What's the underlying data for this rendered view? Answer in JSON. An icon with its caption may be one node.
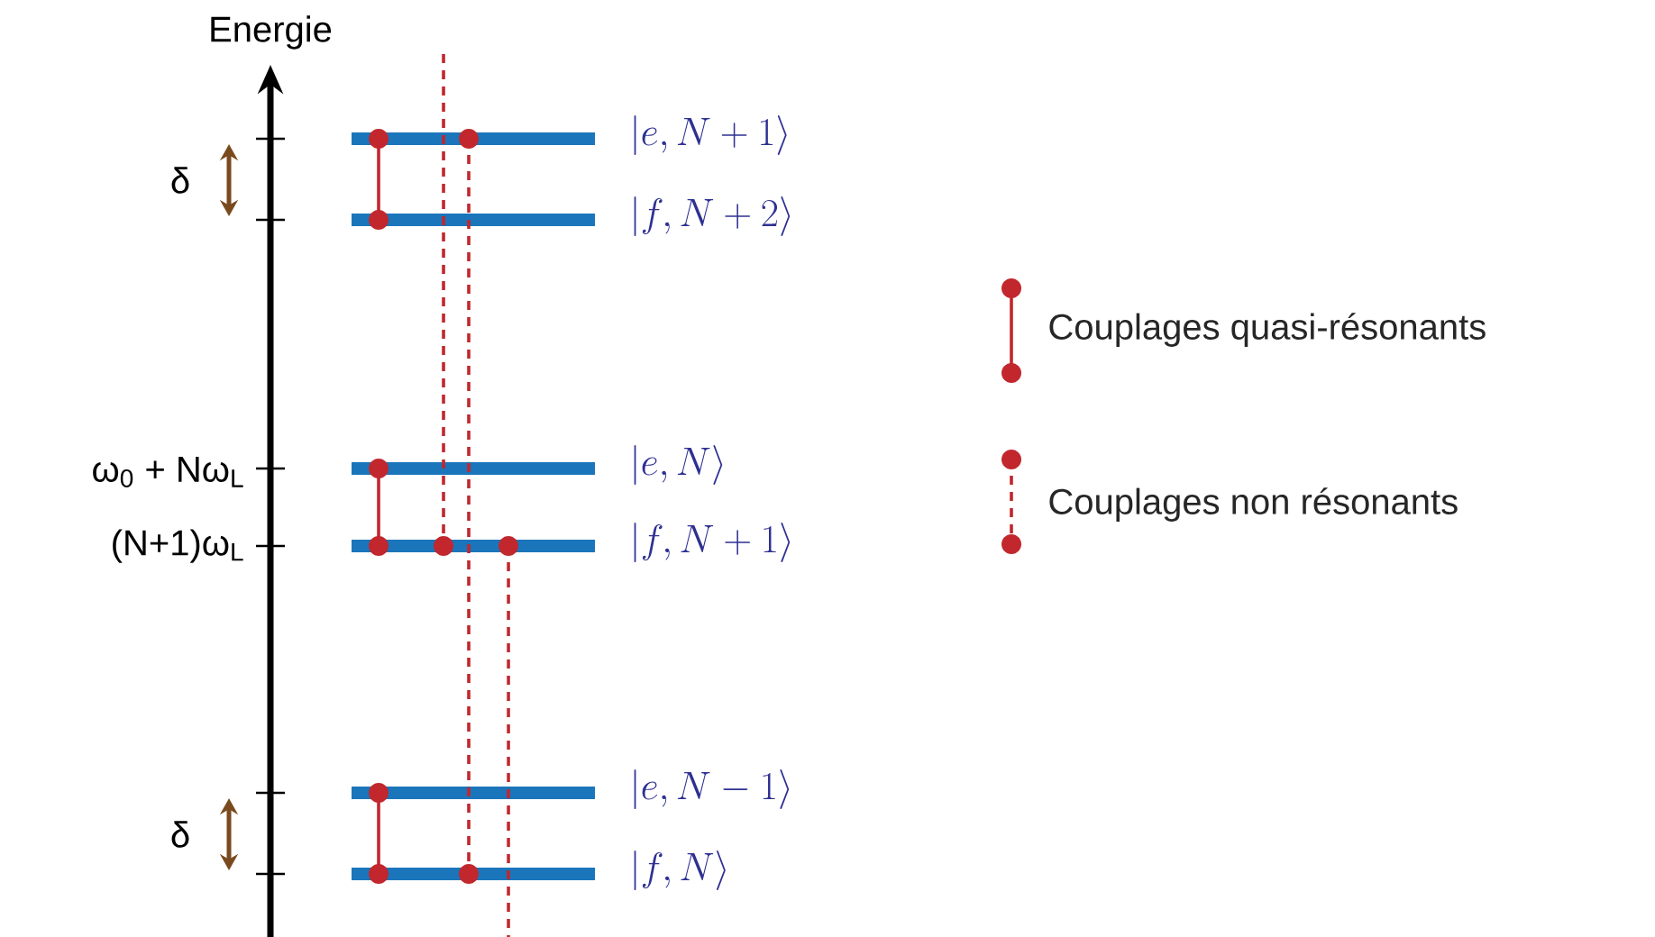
{
  "diagram": {
    "nodes": [
      {
        "text": [],
        "shape": "bar",
        "beside": [
          "|e, N+1\\rangle"
        ]
      },
      {
        "text": [],
        "shape": "bar",
        "beside": [
          "|f, N+2\\rangle"
        ]
      },
      {
        "text": [],
        "shape": "bar",
        "beside": [
          "|e, N\\rangle"
        ]
      },
      {
        "text": [],
        "shape": "bar",
        "beside": [
          "|f, N+1\\rangle"
        ]
      },
      {
        "text": [],
        "shape": "bar",
        "beside": [
          "|e, N-1\\rangle"
        ]
      },
      {
        "text": [],
        "shape": "bar",
        "beside": [
          "|f, N\\rangle"
        ]
      }
    ],
    "edges": [
      {
        "from": 0,
        "to": 1,
        "arrow": "other"
      },
      {
        "from": 2,
        "to": 3,
        "arrow": "other"
      },
      {
        "from": 4,
        "to": 5,
        "arrow": "other"
      },
      {
        "from": null,
        "to": 3,
        "arrow": "other",
        "style": "dashed"
      },
      {
        "from": 0,
        "to": 5,
        "arrow": "other",
        "style": "dashed"
      },
      {
        "from": 3,
        "to": null,
        "arrow": "other",
        "style": "dashed"
      }
    ],
    "labels": [
      "Energie",
      "δ",
      "ω$_{0}$ + Nω$_{L}$",
      "(N+1)ω$_{L}$",
      "δ"
    ],
    "legend": [
      {
        "text": "Couplages quasi-résonants"
      },
      {
        "text": "Couplages non résonants"
      }
    ]
  }
}
